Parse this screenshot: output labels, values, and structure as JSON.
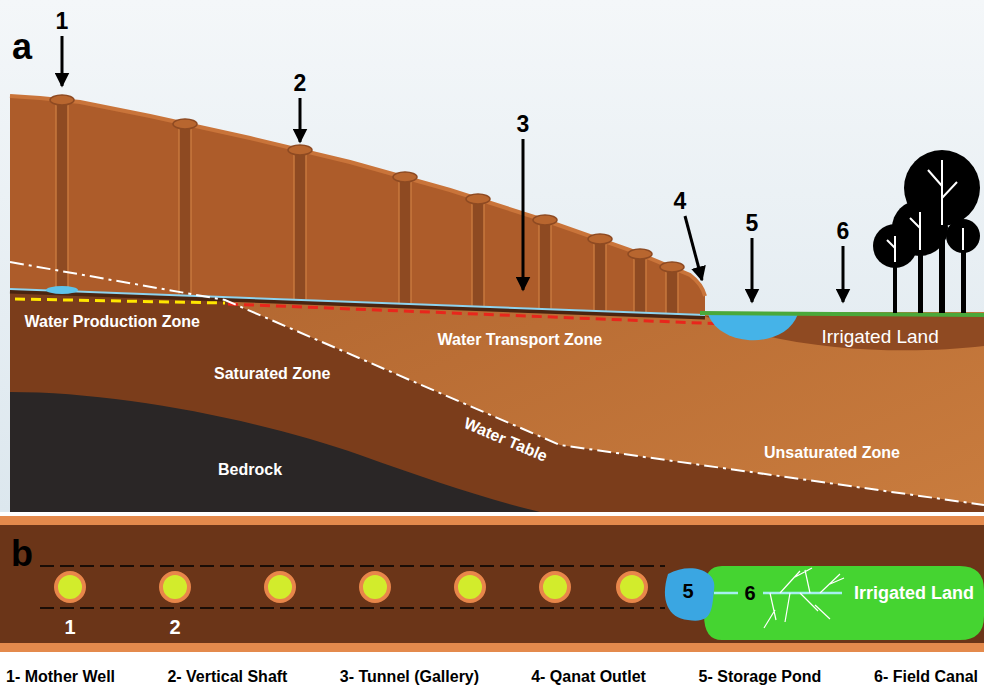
{
  "diagram": {
    "labels": [
      "a",
      "1",
      "2",
      "3",
      "4",
      "5",
      "6",
      "Water Production Zone",
      "Water Transport Zone",
      "Irrigated Land",
      "Saturated Zone",
      "Water Table",
      "Bedrock",
      "Unsaturated Zone",
      "b",
      "1",
      "2",
      "5",
      "6",
      "Irrigated Land",
      "1- Mother Well",
      "2- Vertical Shaft",
      "3- Tunnel (Gallery)",
      "4- Qanat Outlet",
      "5- Storage Pond",
      "6- Field Canal"
    ]
  }
}
